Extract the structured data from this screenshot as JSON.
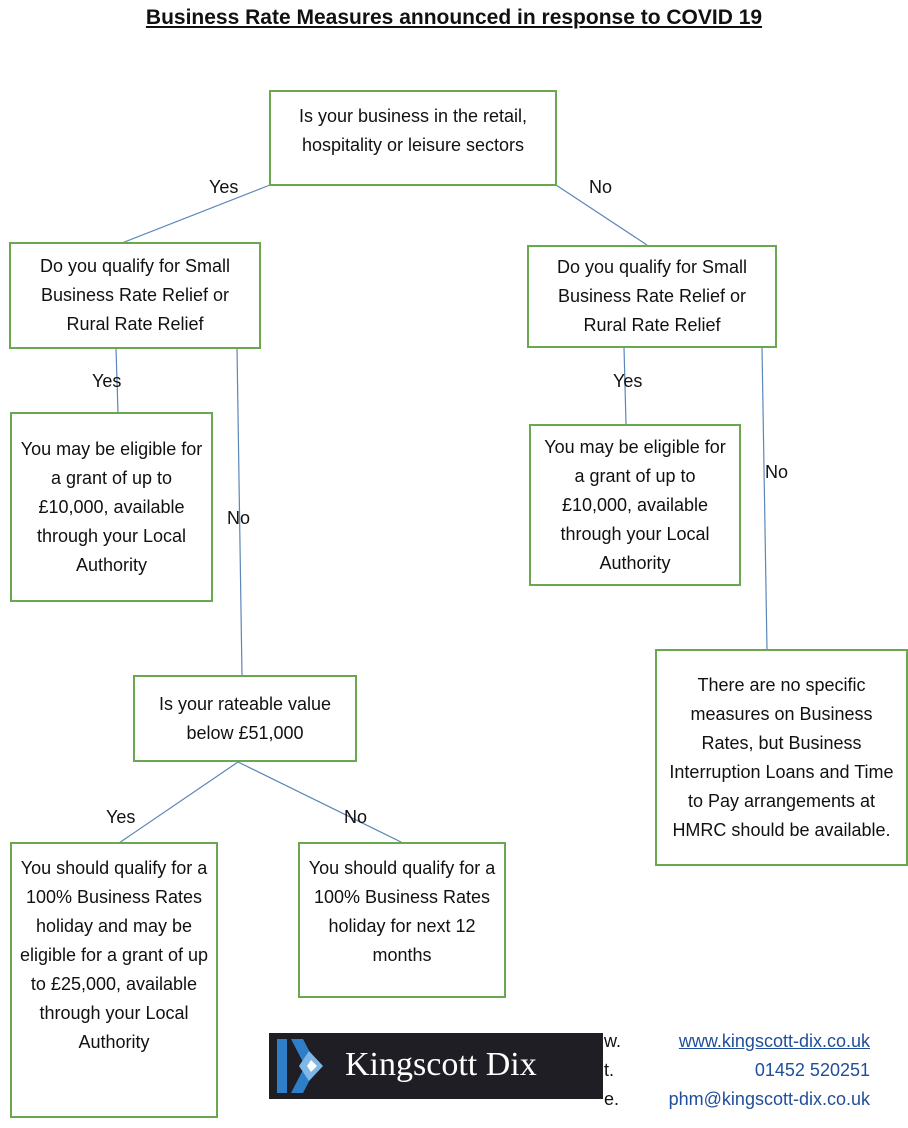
{
  "title": "Business Rate Measures announced in response to COVID 19",
  "nodes": {
    "root": "Is your business in the retail, hospitality or leisure sectors",
    "left_q": "Do you qualify for Small Business Rate Relief or Rural Rate Relief",
    "right_q": "Do you qualify for Small Business Rate Relief or Rural Rate Relief",
    "grant_10k_left": "You may be eligible for a grant of up to £10,000, available through your Local Authority",
    "grant_10k_right": "You may be eligible for a grant of up to £10,000, available through your Local Authority",
    "rateable_q": "Is your rateable value below £51,000",
    "no_measures": "There are no specific measures on Business Rates, but Business Interruption Loans and Time to Pay arrangements at HMRC should be available.",
    "holiday_grant_25k": "You should qualify for a 100% Business Rates holiday and may be eligible for a grant of up to £25,000, available through your Local Authority",
    "holiday_12m": "You should qualify for a 100% Business Rates holiday for next 12 months"
  },
  "edge_labels": {
    "root_yes": "Yes",
    "root_no": "No",
    "left_yes": "Yes",
    "left_no": "No",
    "right_yes": "Yes",
    "right_no": "No",
    "rateable_yes": "Yes",
    "rateable_no": "No"
  },
  "footer": {
    "brand": "Kingscott Dix",
    "contact": [
      {
        "key": "w.",
        "value": "www.kingscott-dix.co.uk"
      },
      {
        "key": "t.",
        "value": "01452 520251"
      },
      {
        "key": "e.",
        "value": "phm@kingscott-dix.co.uk"
      }
    ]
  },
  "colors": {
    "box_border": "#6aa84f",
    "connector": "#5b86b8",
    "link": "#1f4e9b",
    "logo_bg": "#1e1e24"
  }
}
